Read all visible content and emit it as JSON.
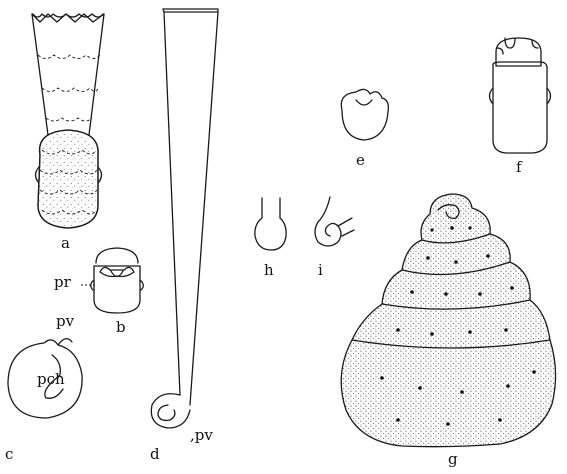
{
  "figure": {
    "labels": {
      "a": "a",
      "b": "b",
      "c": "c",
      "d": "d",
      "e": "e",
      "f": "f",
      "g": "g",
      "h": "h",
      "i": "i"
    },
    "annotations": {
      "pr": "pr",
      "pv_c": "pv",
      "pch": "pch",
      "pv_d": ",pv"
    }
  }
}
